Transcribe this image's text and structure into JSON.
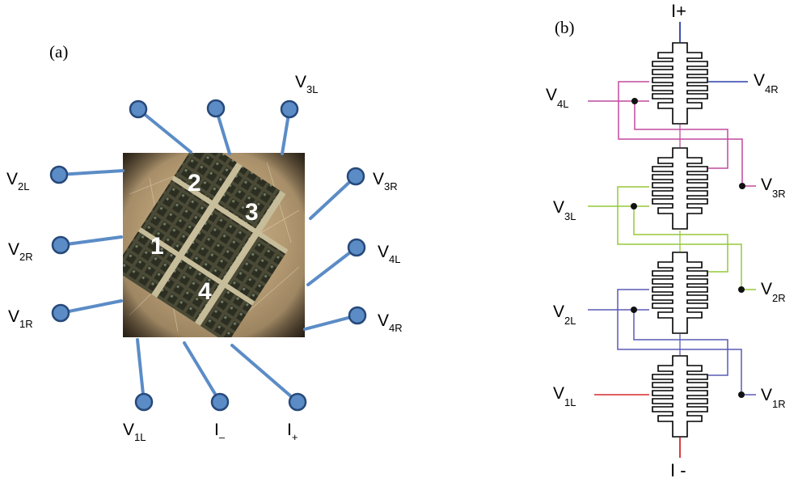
{
  "panel_a": {
    "label": "(a)",
    "squares": [
      "1",
      "2",
      "3",
      "4"
    ],
    "contacts": {
      "v3l": {
        "main": "V",
        "sub": "3L"
      },
      "v2l": {
        "main": "V",
        "sub": "2L"
      },
      "v3r": {
        "main": "V",
        "sub": "3R"
      },
      "v2r": {
        "main": "V",
        "sub": "2R"
      },
      "v4l": {
        "main": "V",
        "sub": "4L"
      },
      "v1r": {
        "main": "V",
        "sub": "1R"
      },
      "v4r": {
        "main": "V",
        "sub": "4R"
      },
      "v1l": {
        "main": "V",
        "sub": "1L"
      },
      "i_minus": {
        "main": "I",
        "sub": "–"
      },
      "i_plus": {
        "main": "I",
        "sub": "+"
      }
    }
  },
  "panel_b": {
    "label": "(b)",
    "top_current": "I+",
    "bottom_current": "I -",
    "voltages": {
      "v4l": {
        "main": "V",
        "sub": "4L"
      },
      "v4r": {
        "main": "V",
        "sub": "4R"
      },
      "v3l": {
        "main": "V",
        "sub": "3L"
      },
      "v3r": {
        "main": "V",
        "sub": "3R"
      },
      "v2l": {
        "main": "V",
        "sub": "2L"
      },
      "v2r": {
        "main": "V",
        "sub": "2R"
      },
      "v1l": {
        "main": "V",
        "sub": "1L"
      },
      "v1r": {
        "main": "V",
        "sub": "1R"
      }
    }
  },
  "colors": {
    "wire": "#5b8cc6",
    "wire_dark": "#3f6ea8",
    "pad_fill": "#5b8cc6",
    "pad_stroke": "#27497a",
    "current_top": "#2b3ea8",
    "current_bottom": "#d62a2a",
    "pair_4": "#c04a9e",
    "pair_3": "#95c93a",
    "pair_2": "#5a5ab5",
    "pair_1": "#5a5ab5"
  }
}
